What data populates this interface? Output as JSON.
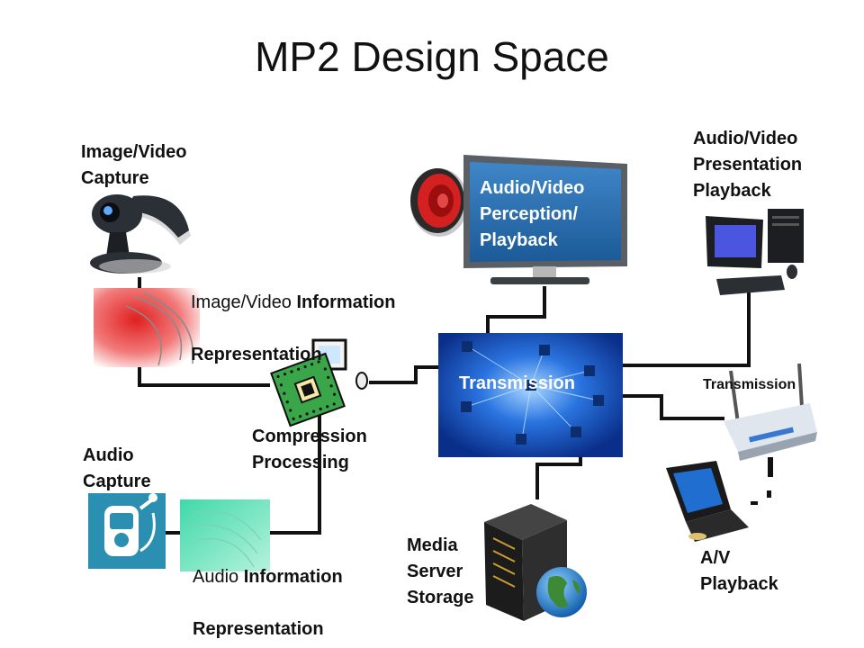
{
  "title": "MP2 Design Space",
  "labels": {
    "image_video_capture": "Image/Video\nCapture",
    "image_video_info_prefix": "Image/Video ",
    "image_video_info_bold": "Information",
    "image_video_info_line2": "Representation",
    "compression_processing": "Compression\nProcessing",
    "audio_capture": "Audio\nCapture",
    "audio_info_prefix": "Audio ",
    "audio_info_bold": "Information",
    "audio_info_line2": "Representation",
    "av_perception": "Audio/Video\nPerception/\nPlayback",
    "transmission_center": "Transmission",
    "av_presentation": "Audio/Video\nPresentation\nPlayback",
    "transmission_right": "Transmission",
    "media_server": "Media\nServer\nStorage",
    "av_playback": "A/V\nPlayback"
  },
  "icons": [
    "webcam-icon",
    "image-data-icon",
    "chip-icon",
    "audio-recorder-icon",
    "audio-data-icon",
    "speaker-icon",
    "monitor-icon",
    "network-icon",
    "desktop-computer-icon",
    "wireless-router-icon",
    "laptop-icon",
    "server-icon",
    "globe-icon"
  ],
  "colors": {
    "wire": "#111111",
    "network_bg": "#1a5fd0",
    "monitor_screen": "#2a6db0",
    "chip_green": "#3aa64a",
    "audio_teal": "#2a8fb0"
  }
}
